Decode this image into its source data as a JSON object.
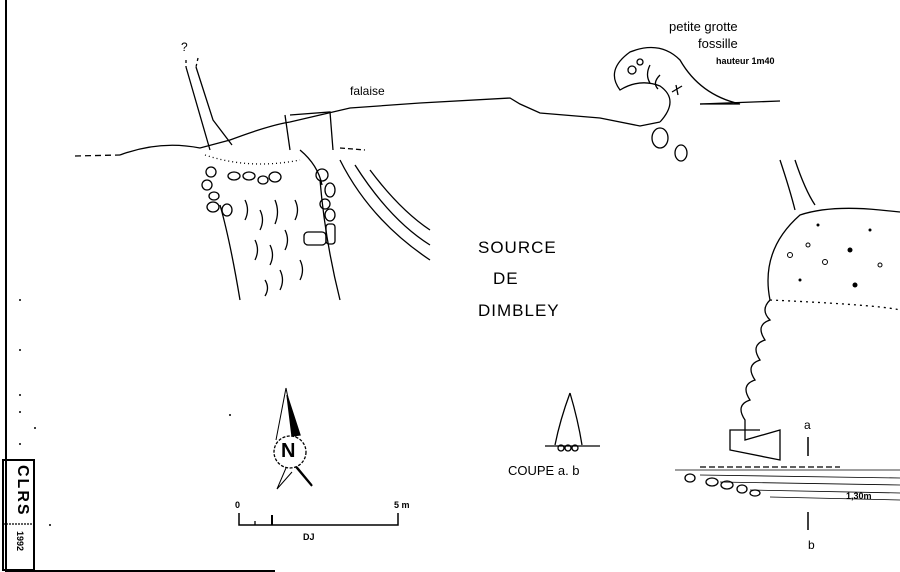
{
  "title": {
    "line1": "SOURCE",
    "line2": "DE",
    "line3": "DIMBLEY"
  },
  "labels": {
    "question": "?",
    "cliff": "falaise",
    "cave_line1": "petite grotte",
    "cave_line2": "fossille",
    "cave_height": "hauteur 1m40",
    "section_title": "COUPE a. b",
    "section_a": "a",
    "section_b": "b",
    "depth": "1,30m"
  },
  "compass": {
    "north": "N"
  },
  "scale": {
    "start": "0",
    "end": "5 m",
    "author": "DJ"
  },
  "cartouche": {
    "org": "CLRS",
    "year": "1992"
  }
}
